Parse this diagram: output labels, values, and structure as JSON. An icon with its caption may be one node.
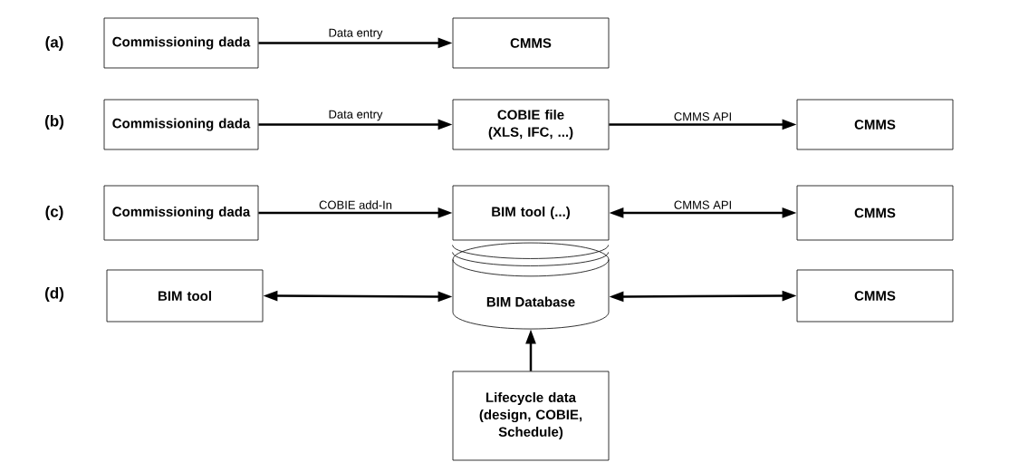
{
  "diagram": {
    "nodes": [
      {
        "text": [
          "Commissioning dada"
        ]
      },
      {
        "text": [
          "CMMS"
        ]
      },
      {
        "text": [
          "Commissioning dada"
        ]
      },
      {
        "text": [
          "COBIE file (XLS, IFC, ...)"
        ]
      },
      {
        "text": [
          "CMMS"
        ]
      },
      {
        "text": [
          "Commissioning dada"
        ]
      },
      {
        "text": [
          "BIM tool (...)"
        ]
      },
      {
        "text": [
          "CMMS"
        ]
      },
      {
        "text": [
          "BIM tool"
        ]
      },
      {
        "text": [
          "BIM Database"
        ]
      },
      {
        "text": [
          "CMMS"
        ]
      },
      {
        "text": [
          "Lifecycle data (design, COBIE, Schedule)"
        ]
      }
    ],
    "edges": [
      {
        "from": 0,
        "to": 1,
        "arrow": "to",
        "label": "Data entry"
      },
      {
        "from": 2,
        "to": 3,
        "arrow": "to",
        "label": "Data entry"
      },
      {
        "from": 3,
        "to": 4,
        "arrow": "to",
        "label": "CMMS API"
      },
      {
        "from": 5,
        "to": 6,
        "arrow": "to",
        "label": "COBIE add-In"
      },
      {
        "from": 6,
        "to": 7,
        "arrow": "both",
        "label": "CMMS API"
      },
      {
        "from": 8,
        "to": 9,
        "arrow": "both"
      },
      {
        "from": 9,
        "to": 10,
        "arrow": "both"
      },
      {
        "from": 11,
        "to": 9,
        "arrow": "to"
      }
    ],
    "labels": [
      "(a)",
      "(b)",
      "(c)",
      "(d)"
    ]
  }
}
